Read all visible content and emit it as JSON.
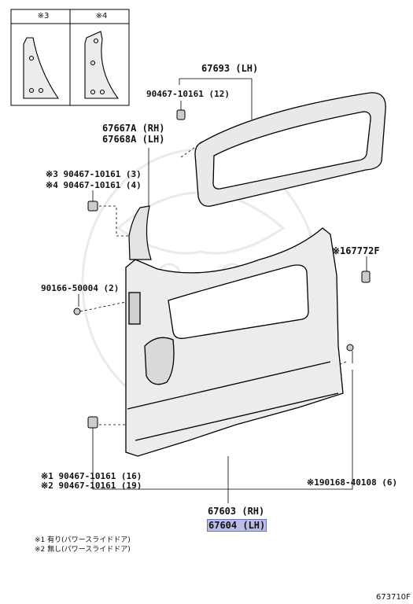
{
  "inset": {
    "left_label": "※3",
    "right_label": "※4"
  },
  "labels": {
    "p67693": "67693 (LH)",
    "p90467_top": "90467-10161 (12)",
    "p67667a": "67667A (RH)",
    "p67668a": "67668A (LH)",
    "p90467_s3": "※3 90467-10161 (3)",
    "p90467_s4": "※4 90467-10161 (4)",
    "p67772f": "※167772F",
    "p90166": "90166-50004 (2)",
    "p90467_s1": "※1 90467-10161 (16)",
    "p90467_s2": "※2 90467-10161 (19)",
    "p90168": "※190168-40108 (6)",
    "p67603": "67603 (RH)",
    "p67604": "67604 (LH)"
  },
  "notes": {
    "n1": "※1 有り(パワースライドドア)",
    "n2": "※2 無し(パワースライドドア)"
  },
  "ref": "673710F"
}
